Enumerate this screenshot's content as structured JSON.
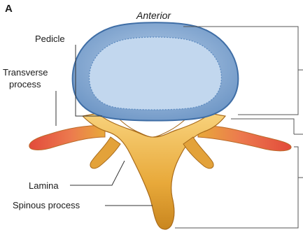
{
  "figure": {
    "panel_letter": "A",
    "orientation_label": "Anterior"
  },
  "labels": {
    "pedicle": "Pedicle",
    "transverse_process_line1": "Transverse",
    "transverse_process_line2": "process",
    "lamina": "Lamina",
    "spinous_process": "Spinous process"
  },
  "colors": {
    "vertebral_body_fill": "#8fb1d6",
    "vertebral_body_rim": "#4f7fb5",
    "body_inner_fill": "#a9c3e0",
    "posterior_arch_fill": "#e8a93a",
    "posterior_arch_highlight": "#f6cf78",
    "transverse_tip": "#e05a45",
    "leader_line": "#333333",
    "bracket_line": "#555555"
  }
}
